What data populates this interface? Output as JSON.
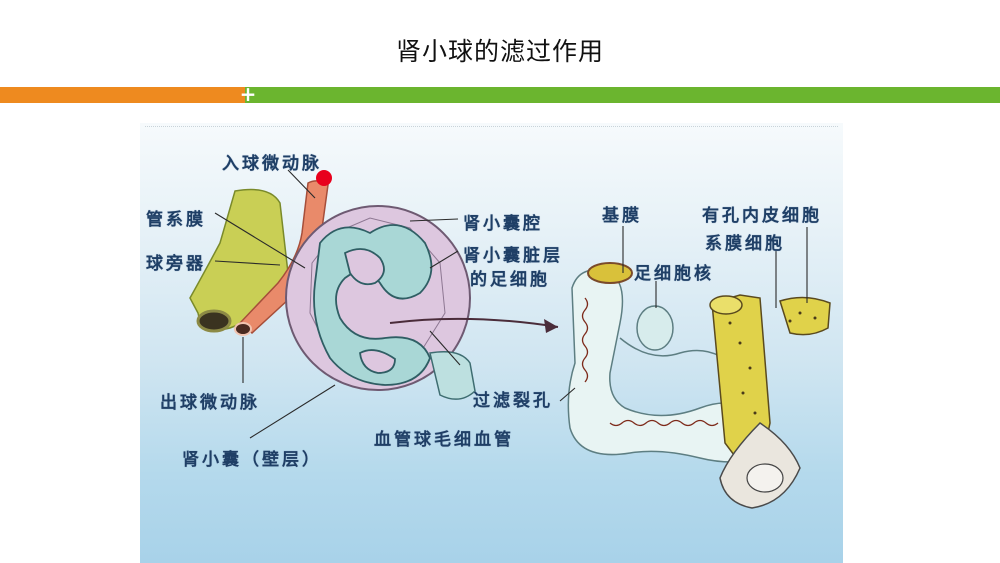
{
  "slide": {
    "title": "肾小球的滤过作用",
    "divider": {
      "left_color": "#ee8a1f",
      "right_color": "#6bb52f",
      "plus_glyph": "+"
    }
  },
  "figure": {
    "description": "Renal corpuscle diagram with enlarged view of filtration barrier",
    "marker_color": "#e8001c",
    "labels": {
      "afferent_arteriole": "入球微动脉",
      "mesangium": "管系膜",
      "juxtaglomerular_apparatus": "球旁器",
      "efferent_arteriole": "出球微动脉",
      "capsule_parietal": "肾小囊（壁层）",
      "capsule_cavity": "肾小囊腔",
      "podocyte_visceral_line1": "肾小囊脏层",
      "podocyte_visceral_line2": "的足细胞",
      "glomerular_capillary": "血管球毛细血管",
      "filtration_slit": "过滤裂孔",
      "basement_membrane": "基膜",
      "podocyte_nucleus": "足细胞核",
      "fenestrated_endothelium": "有孔内皮细胞",
      "mesangial_cell": "系膜细胞"
    }
  }
}
